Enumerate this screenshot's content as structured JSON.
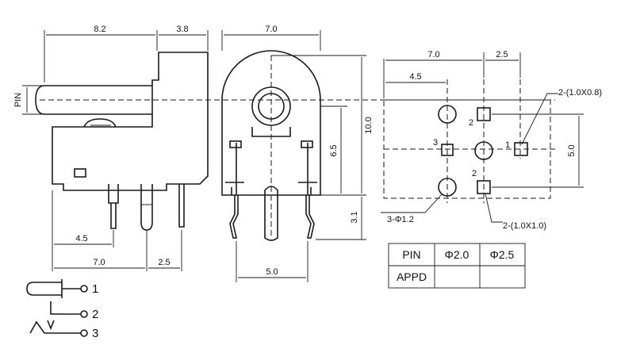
{
  "side_view": {
    "dims": {
      "top_left": "8.2",
      "top_right": "3.8",
      "bottom_a": "4.5",
      "bottom_b": "7.0",
      "bottom_c": "2.5"
    },
    "pin_label": "PIN"
  },
  "front_view": {
    "dims": {
      "width_top": "7.0",
      "height_total": "10.0",
      "height_mid": "6.5",
      "height_low": "3.1",
      "width_bottom": "5.0"
    }
  },
  "pcb_layout": {
    "dims": {
      "top_a": "7.0",
      "top_b": "2.5",
      "left": "4.5",
      "right": "5.0"
    },
    "callouts": {
      "pad_top": "2-(1.0X0.8)",
      "pad_bottom": "2-(1.0X1.0)",
      "holes": "3-Φ1.2"
    },
    "pin_numbers": {
      "p1": "1",
      "p2a": "2",
      "p2b": "2",
      "p3": "3"
    }
  },
  "pin_table": {
    "header": [
      "PIN",
      "Φ2.0",
      "Φ2.5"
    ],
    "row": [
      "APPD",
      "",
      ""
    ]
  },
  "schematic": {
    "pins": [
      "1",
      "2",
      "3"
    ]
  }
}
